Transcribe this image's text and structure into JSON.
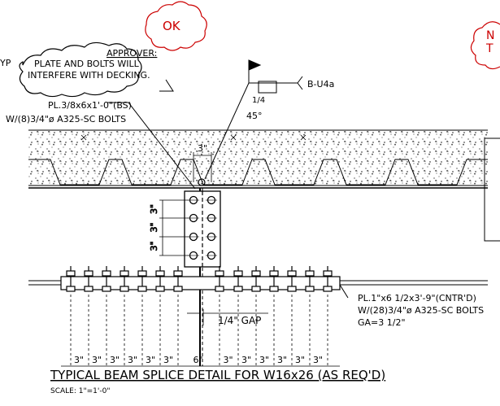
{
  "approval_stamp": "OK",
  "stamp_fragment_right": "N\nT",
  "cloud_note": {
    "prefix": "YP",
    "heading": "APPROVER:",
    "line1": "PLATE AND BOLTS WILL",
    "line2": "INTERFERE WITH DECKING."
  },
  "web_plate": {
    "line1": "PL.3/8x6x1'-0\"(BS)",
    "line2": "W/(8)3/4\"ø A325-SC BOLTS"
  },
  "weld": {
    "size": "1/4",
    "angle": "45°",
    "reference": "B-U4a"
  },
  "web_dim": "3\"",
  "web_bolt_spacings": [
    "3\"",
    "3\"",
    "3\""
  ],
  "flange_plate": {
    "line1": "PL.1\"x6 1/2x3'-9\"(CNTR'D)",
    "line2": "W/(28)3/4\"ø A325-SC BOLTS",
    "line3": "GA=3 1/2\""
  },
  "gap_label": "1/4\" GAP",
  "bottom_dims": [
    "3\"",
    "3\"",
    "3\"",
    "3\"",
    "3\"",
    "3\"",
    "6\"",
    "3\"",
    "3\"",
    "3\"",
    "3\"",
    "3\"",
    "3\""
  ],
  "title": "TYPICAL BEAM SPLICE DETAIL FOR W16x26 (AS REQ'D)",
  "scale": "SCALE:  1\"=1'-0\""
}
